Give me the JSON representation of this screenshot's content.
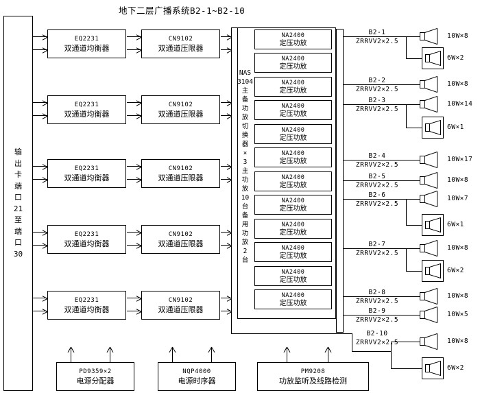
{
  "title": "地下二层广播系统B2-1~B2-10",
  "output_card": {
    "segments": [
      "输",
      "出",
      "卡",
      "端",
      "口",
      "21",
      "至",
      "端",
      "口",
      "30"
    ]
  },
  "equalizer": {
    "model": "EQ2231",
    "name": "双通道均衡器"
  },
  "limiter": {
    "model": "CN9102",
    "name": "双通道压限器"
  },
  "switcher": {
    "segments": [
      "NAS",
      "3104",
      "主",
      "备",
      "功",
      "放",
      "切",
      "换",
      "器",
      "×",
      "3",
      "主",
      "功",
      "放",
      "10",
      "台",
      "备",
      "用",
      "功",
      "放",
      "2",
      "台"
    ]
  },
  "amplifier": {
    "model": "NA2400",
    "name": "定压功放"
  },
  "circuits": [
    {
      "id": "B2-1",
      "cable": "ZRRVV2×2.5",
      "main_watt": "10W×8",
      "branch_watt": "6W×2"
    },
    {
      "id": "B2-2",
      "cable": "ZRRVV2×2.5",
      "main_watt": "10W×8"
    },
    {
      "id": "B2-3",
      "cable": "ZRRVV2×2.5",
      "main_watt": "10W×14",
      "branch_watt": "6W×1"
    },
    {
      "id": "B2-4",
      "cable": "ZRRVV2×2.5",
      "main_watt": "10W×17"
    },
    {
      "id": "B2-5",
      "cable": "ZRRVV2×2.5",
      "main_watt": "10W×8"
    },
    {
      "id": "B2-6",
      "cable": "ZRRVV2×2.5",
      "main_watt": "10W×7",
      "branch_watt": "6W×1"
    },
    {
      "id": "B2-7",
      "cable": "ZRRVV2×2.5",
      "main_watt": "10W×8",
      "branch_watt": "6W×2"
    },
    {
      "id": "B2-8",
      "cable": "ZRRVV2×2.5",
      "main_watt": "10W×8"
    },
    {
      "id": "B2-9",
      "cable": "ZRRVV2×2.5",
      "main_watt": "10W×5"
    },
    {
      "id": "B2-10",
      "cable": "ZRRVV2×2.5",
      "main_watt": "10W×8",
      "branch_watt": "6W×2"
    }
  ],
  "power_units": [
    {
      "model": "PD9359×2",
      "name": "电源分配器"
    },
    {
      "model": "NQP4000",
      "name": "电源时序器"
    },
    {
      "model": "PM9208",
      "name": "功放监听及线路检测"
    }
  ],
  "colors": {
    "line": "#000000",
    "background": "#ffffff"
  }
}
